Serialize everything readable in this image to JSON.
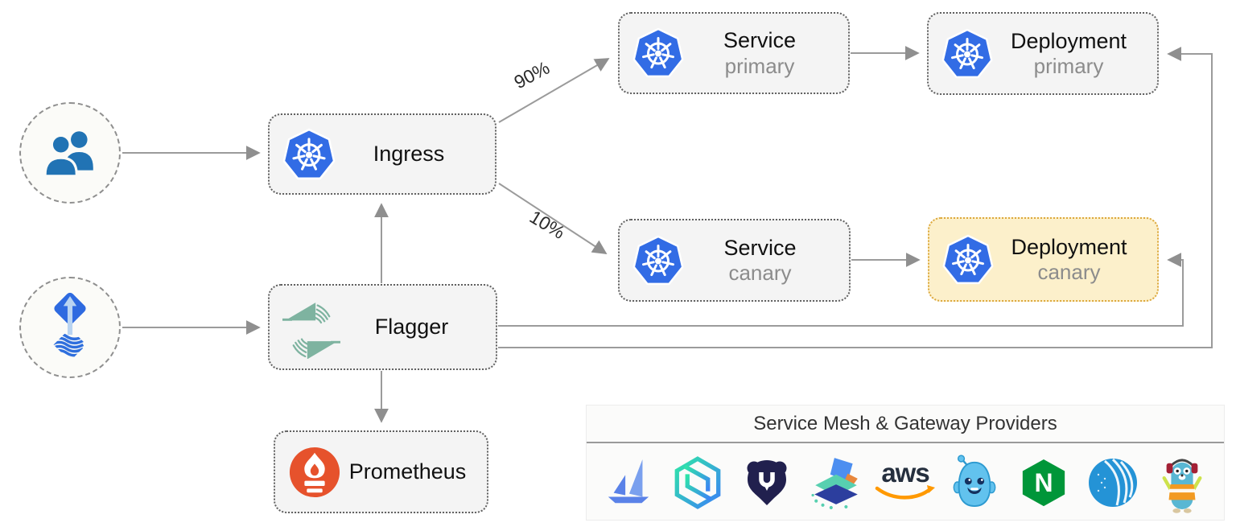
{
  "diagram": {
    "nodes": {
      "ingress": {
        "label": "Ingress"
      },
      "flagger": {
        "label": "Flagger"
      },
      "prometheus": {
        "label": "Prometheus"
      },
      "service_primary": {
        "title": "Service",
        "subtitle": "primary"
      },
      "deployment_primary": {
        "title": "Deployment",
        "subtitle": "primary"
      },
      "service_canary": {
        "title": "Service",
        "subtitle": "canary"
      },
      "deployment_canary": {
        "title": "Deployment",
        "subtitle": "canary"
      }
    },
    "edge_labels": {
      "primary_weight": "90%",
      "canary_weight": "10%"
    },
    "icons": {
      "users": "users-icon",
      "release": "release-update-icon",
      "kubernetes": "kubernetes-icon",
      "flagger": "flagger-icon",
      "prometheus": "prometheus-icon"
    }
  },
  "providers_panel": {
    "title": "Service Mesh & Gateway Providers",
    "aws_wordmark": "aws",
    "nginx_letter": "N",
    "logos": [
      "istio-icon",
      "apisix-icon",
      "kuma-icon",
      "gateway-api-icon",
      "aws-app-mesh-icon",
      "gloo-icon",
      "nginx-icon",
      "contour-icon",
      "traefik-icon"
    ]
  },
  "colors": {
    "kubernetes_blue": "#326CE5",
    "node_fill": "#f4f4f4",
    "node_border": "#606060",
    "canary_fill": "#fcf0cb",
    "canary_border": "#dca83d",
    "arrow_gray": "#979797",
    "flagger_green": "#7eb3a0",
    "prometheus_orange": "#e6522c",
    "subtitle_gray": "#8c8c8c",
    "nginx_green": "#009639",
    "aws_orange": "#ff9900"
  }
}
